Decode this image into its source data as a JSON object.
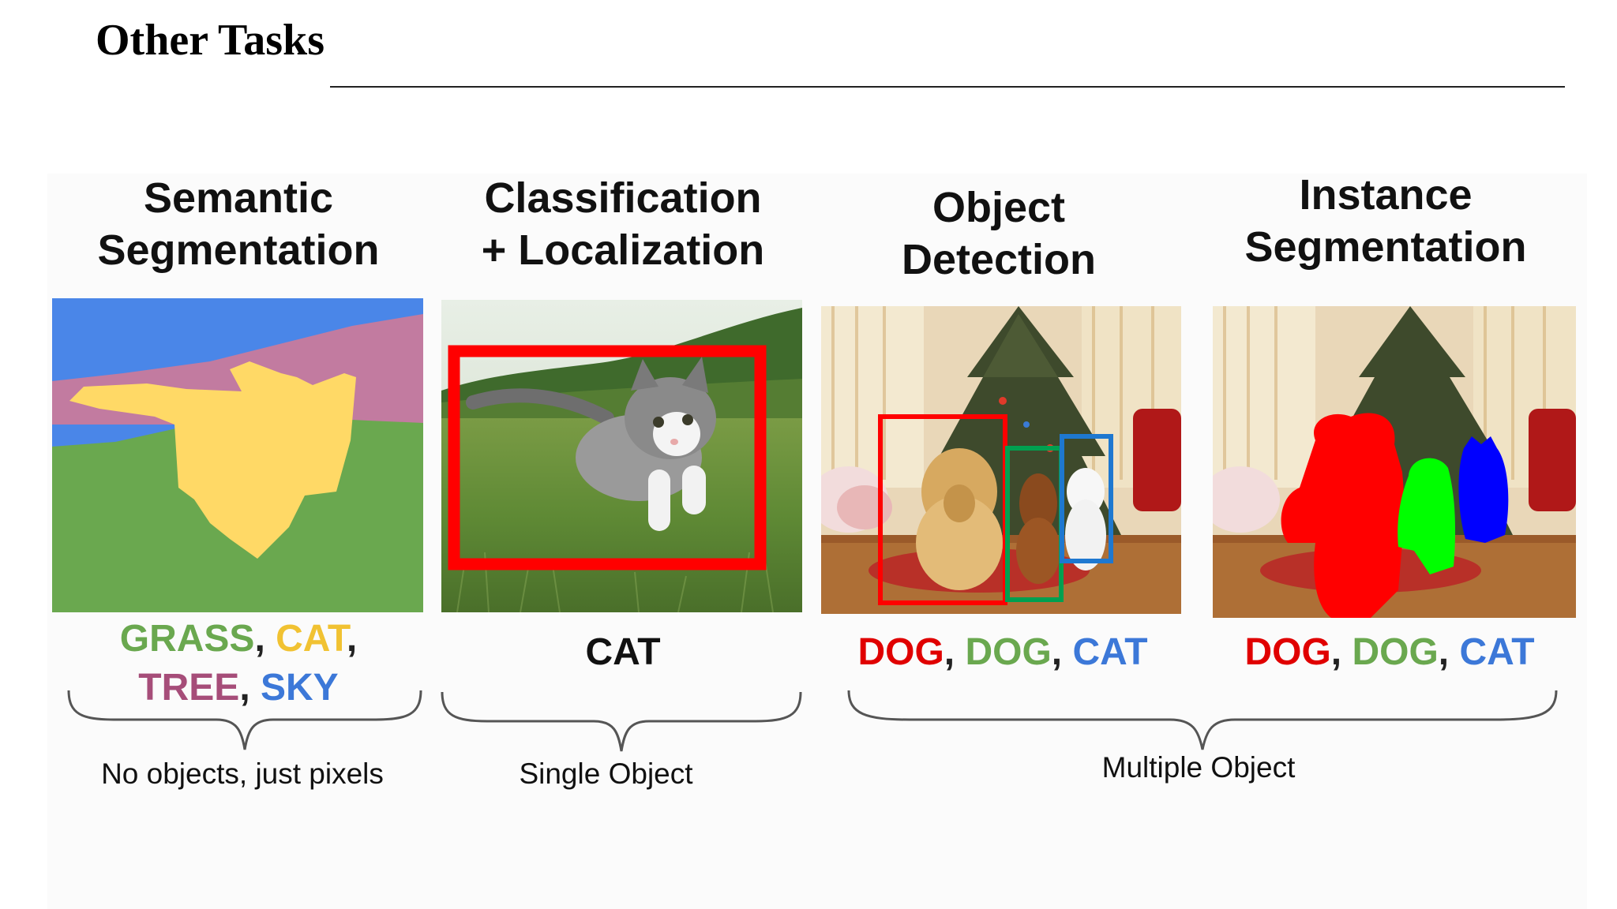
{
  "slide": {
    "title": "Other Tasks"
  },
  "columns": [
    {
      "title_lines": [
        "Semantic",
        "Segmentation"
      ],
      "labels": {
        "line1": [
          {
            "text": "GRASS",
            "color": "#6aa84f"
          },
          {
            "text": "CAT",
            "color": "#f1c232"
          }
        ],
        "line2": [
          {
            "text": "TREE",
            "color": "#a64d79"
          },
          {
            "text": "SKY",
            "color": "#3c78d8"
          }
        ]
      }
    },
    {
      "title_lines": [
        "Classification",
        "+ Localization"
      ],
      "labels": {
        "line1": [
          {
            "text": "CAT",
            "color": "#111111"
          }
        ]
      }
    },
    {
      "title_lines": [
        "Object",
        "Detection"
      ],
      "labels": {
        "line1": [
          {
            "text": "DOG",
            "color": "#e00000"
          },
          {
            "text": "DOG",
            "color": "#6aa84f"
          },
          {
            "text": "CAT",
            "color": "#3c78d8"
          }
        ]
      }
    },
    {
      "title_lines": [
        "Instance",
        "Segmentation"
      ],
      "labels": {
        "line1": [
          {
            "text": "DOG",
            "color": "#e00000"
          },
          {
            "text": "DOG",
            "color": "#6aa84f"
          },
          {
            "text": "CAT",
            "color": "#3c78d8"
          }
        ]
      }
    }
  ],
  "captions": {
    "no_objects": "No objects, just pixels",
    "single": "Single Object",
    "multiple": "Multiple Object"
  },
  "colors": {
    "sky": "#4a86e8",
    "tree": "#c27ba0",
    "grass": "#6aa84f",
    "cat_mask": "#ffd966",
    "bbox_red": "#ff0000",
    "bbox_green": "#00a050",
    "bbox_blue": "#1e78d0",
    "mask_red": "#ff0000",
    "mask_green": "#00ff00",
    "mask_blue": "#0000ff"
  }
}
